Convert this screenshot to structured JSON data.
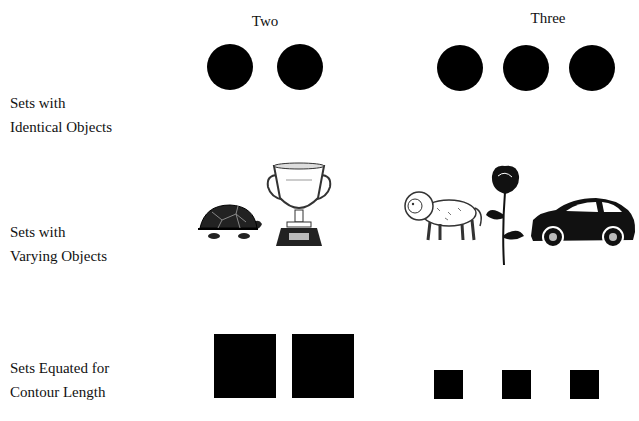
{
  "diagram": {
    "labels": [
      "Two",
      "Three",
      "Sets with Identical Objects",
      "Sets with Varying Objects",
      "Sets Equated for Contour Length"
    ]
  }
}
